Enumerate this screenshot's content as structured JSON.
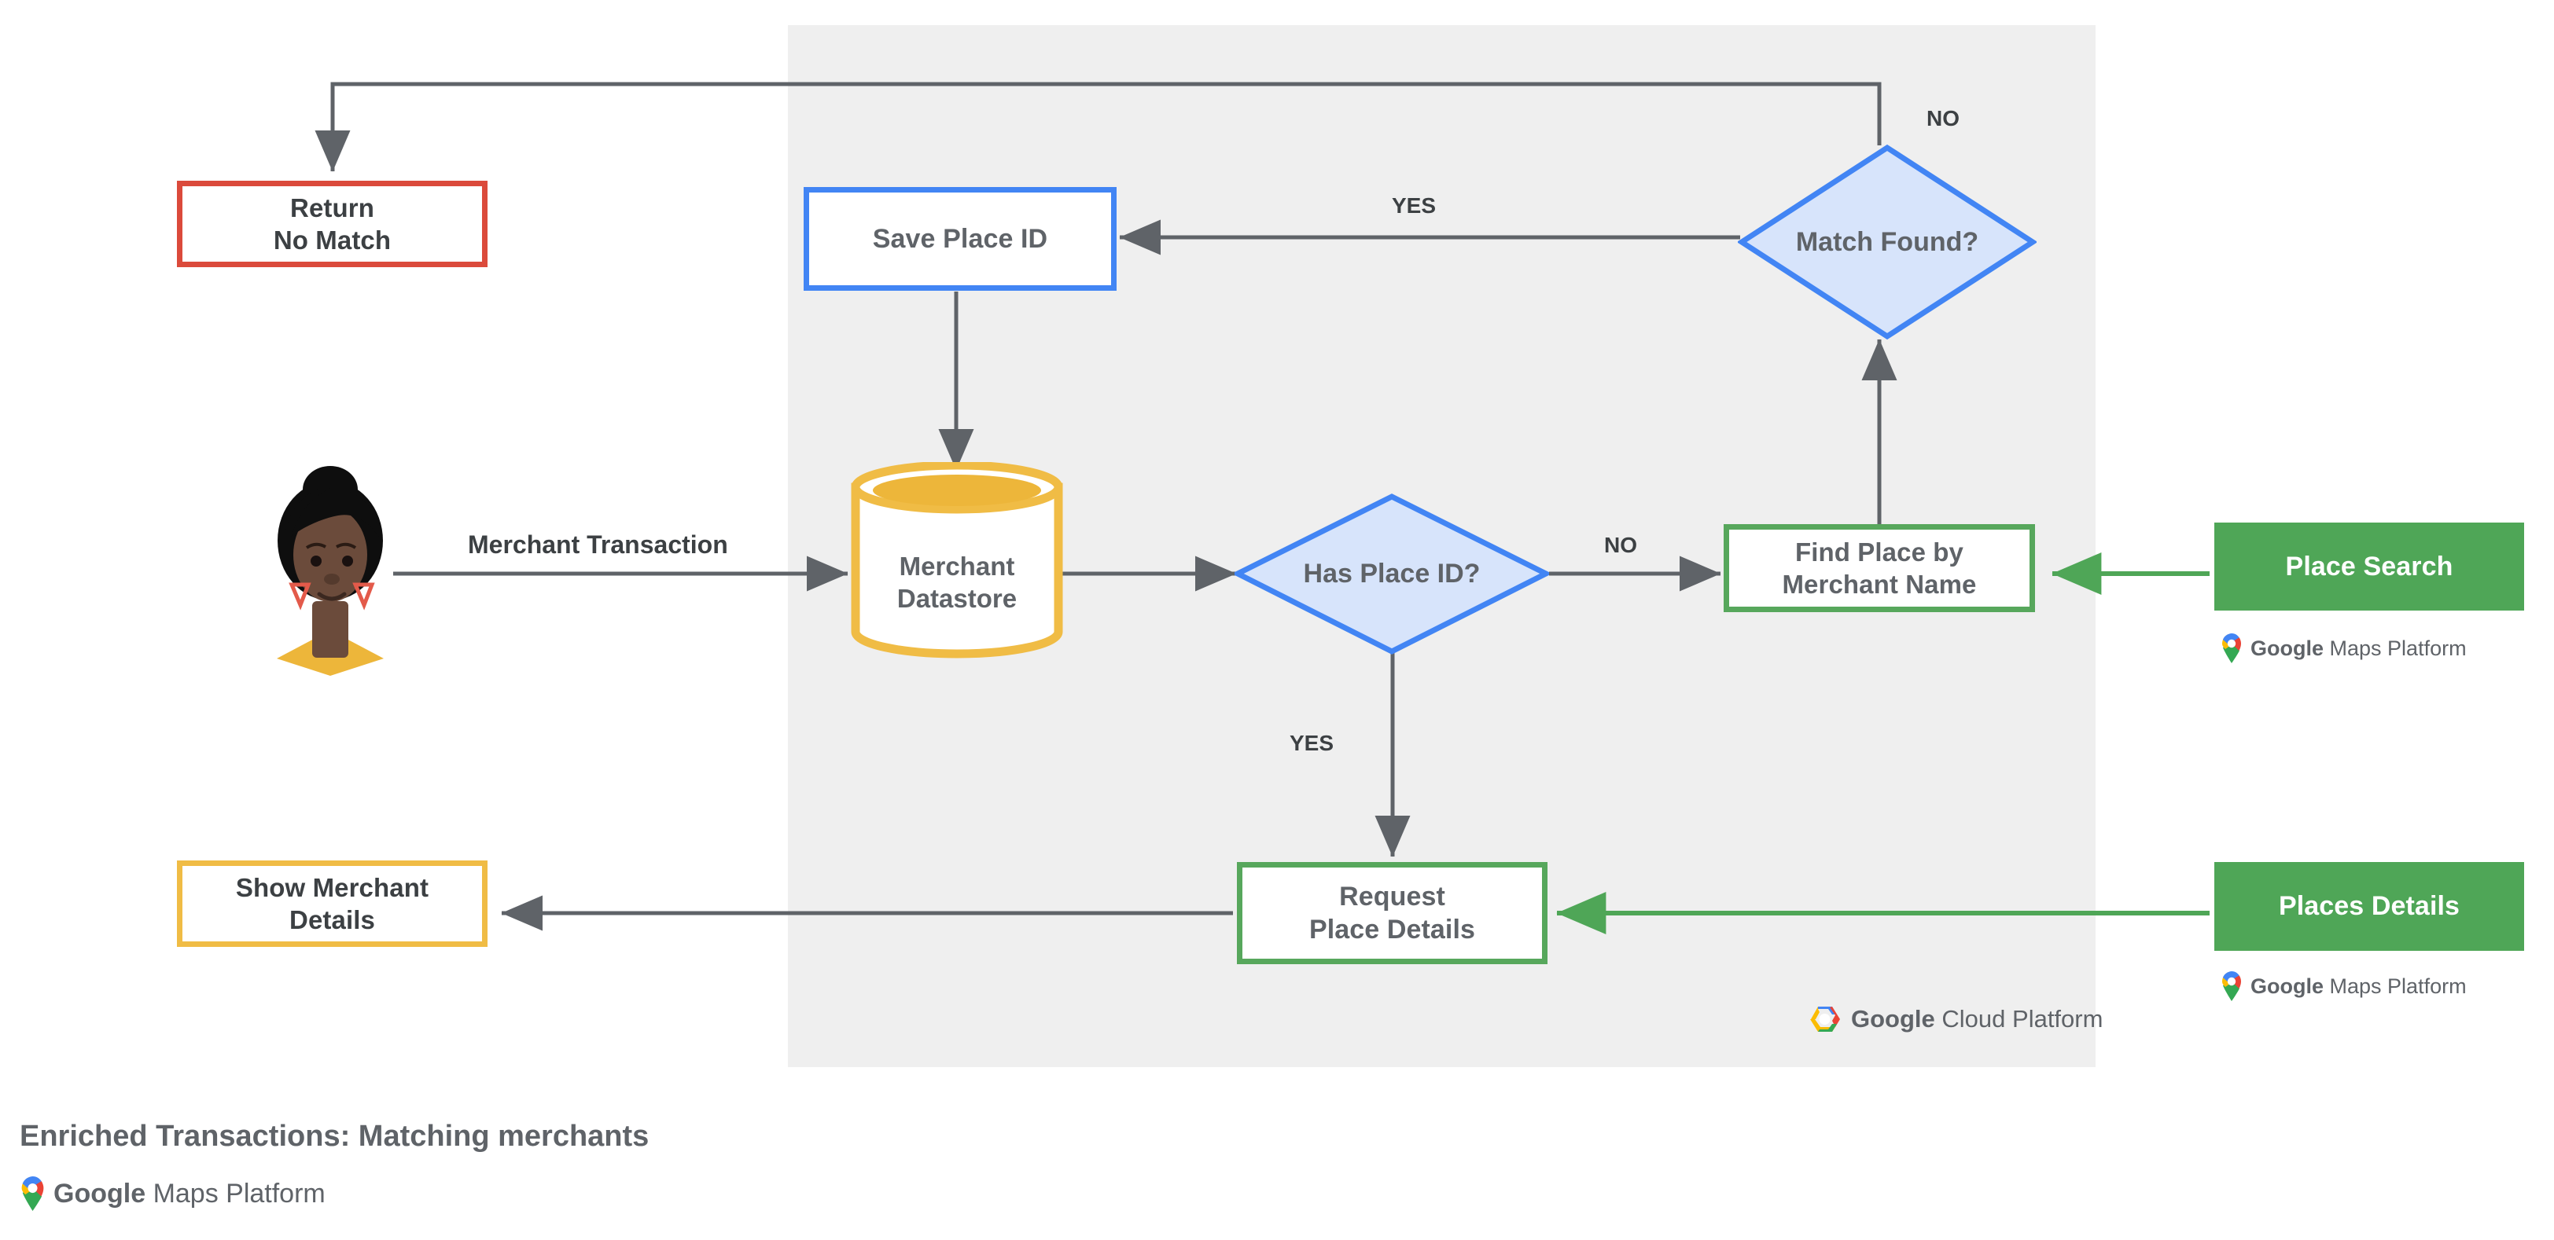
{
  "diagram": {
    "title": "Enriched Transactions: Matching merchants",
    "panel_color": "#EFEFEF",
    "background_color": "#FFFFFF",
    "connector_color": "#5F6368",
    "green_connector_color": "#4FA657"
  },
  "nodes": {
    "return_no_match": {
      "line1": "Return",
      "line2": "No Match",
      "shape": "rectangle",
      "style": "outline",
      "color": "#DB4A3B"
    },
    "save_place_id": {
      "line1": "Save Place ID",
      "shape": "rectangle",
      "style": "outline",
      "color": "#4285F4"
    },
    "match_found": {
      "line1": "Match",
      "line2": "Found?",
      "shape": "diamond",
      "fill": "#D7E4FB",
      "color": "#4285F4"
    },
    "merchant_datastore": {
      "line1": "Merchant",
      "line2": "Datastore",
      "shape": "cylinder",
      "color": "#F0BC45"
    },
    "has_place_id": {
      "line1": "Has",
      "line2": "Place ID?",
      "shape": "diamond",
      "fill": "#D7E4FB",
      "color": "#4285F4"
    },
    "find_place_by_merchant_name": {
      "line1": "Find Place by",
      "line2": "Merchant Name",
      "shape": "rectangle",
      "style": "outline",
      "color": "#57A75C"
    },
    "place_search": {
      "line1": "Place Search",
      "shape": "rectangle",
      "style": "filled",
      "color": "#4FA657"
    },
    "show_merchant_details": {
      "line1": "Show Merchant",
      "line2": "Details",
      "shape": "rectangle",
      "style": "outline",
      "color": "#F0BC45"
    },
    "request_place_details": {
      "line1": "Request",
      "line2": "Place Details",
      "shape": "rectangle",
      "style": "outline",
      "color": "#57A75C"
    },
    "places_details": {
      "line1": "Places Details",
      "shape": "rectangle",
      "style": "filled",
      "color": "#4FA657"
    }
  },
  "edge_labels": {
    "merchant_transaction": "Merchant Transaction",
    "match_found_yes": "YES",
    "match_found_no": "NO",
    "has_place_id_no": "NO",
    "has_place_id_yes": "YES"
  },
  "logos": {
    "maps_platform_word1": "Google",
    "maps_platform_word2": "Maps Platform",
    "cloud_platform_word1": "Google",
    "cloud_platform_word2": "Cloud Platform"
  },
  "icons": {
    "person": "person-avatar-icon",
    "maps_pin": "google-maps-pin-icon",
    "cloud_hex": "google-cloud-hexagon-icon"
  }
}
